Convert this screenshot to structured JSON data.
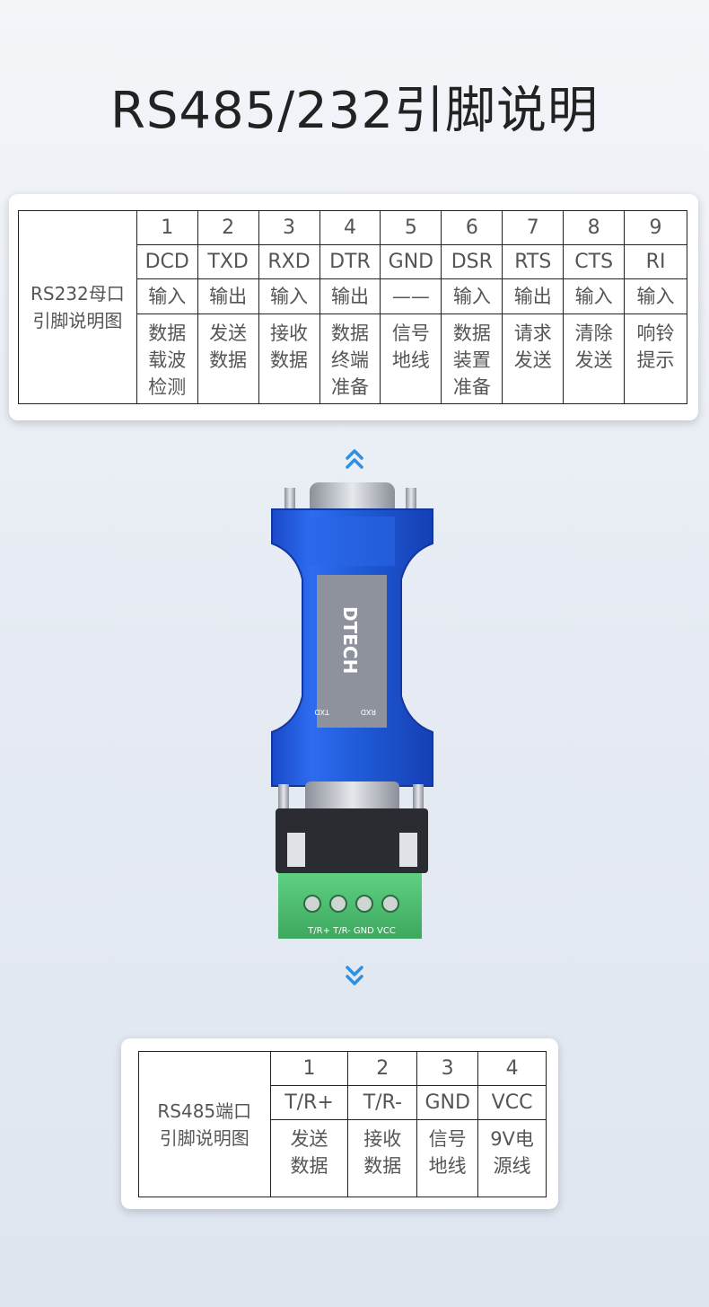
{
  "page": {
    "title": "RS485/232引脚说明"
  },
  "rs232": {
    "label_line1": "RS232母口",
    "label_line2": "引脚说明图",
    "pins": [
      {
        "num": "1",
        "signal": "DCD",
        "dir": "输入",
        "desc": [
          "数据",
          "载波",
          "检测"
        ]
      },
      {
        "num": "2",
        "signal": "TXD",
        "dir": "输出",
        "desc": [
          "发送",
          "数据"
        ]
      },
      {
        "num": "3",
        "signal": "RXD",
        "dir": "输入",
        "desc": [
          "接收",
          "数据"
        ]
      },
      {
        "num": "4",
        "signal": "DTR",
        "dir": "输出",
        "desc": [
          "数据",
          "终端",
          "准备"
        ]
      },
      {
        "num": "5",
        "signal": "GND",
        "dir": "——",
        "desc": [
          "信号",
          "地线"
        ]
      },
      {
        "num": "6",
        "signal": "DSR",
        "dir": "输入",
        "desc": [
          "数据",
          "装置",
          "准备"
        ]
      },
      {
        "num": "7",
        "signal": "RTS",
        "dir": "输出",
        "desc": [
          "请求",
          "发送"
        ]
      },
      {
        "num": "8",
        "signal": "CTS",
        "dir": "输入",
        "desc": [
          "清除",
          "发送"
        ]
      },
      {
        "num": "9",
        "signal": "RI",
        "dir": "输入",
        "desc": [
          "响铃",
          "提示"
        ]
      }
    ]
  },
  "rs485": {
    "label_line1": "RS485端口",
    "label_line2": "引脚说明图",
    "pins": [
      {
        "num": "1",
        "signal": "T/R+",
        "desc": [
          "发送",
          "数据"
        ]
      },
      {
        "num": "2",
        "signal": "T/R-",
        "desc": [
          "接收",
          "数据"
        ]
      },
      {
        "num": "3",
        "signal": "GND",
        "desc": [
          "信号",
          "地线"
        ]
      },
      {
        "num": "4",
        "signal": "VCC",
        "desc": [
          "9V电",
          "源线"
        ]
      }
    ]
  },
  "device": {
    "brand": "DTECH",
    "label_txd": "TXD",
    "label_rxd": "RXD",
    "terminal_labels": "T/R+ T/R- GND VCC"
  },
  "colors": {
    "arrow": "#2f8fe0",
    "body_blue": "#1f5bd6",
    "terminal_green": "#4fbf72"
  }
}
